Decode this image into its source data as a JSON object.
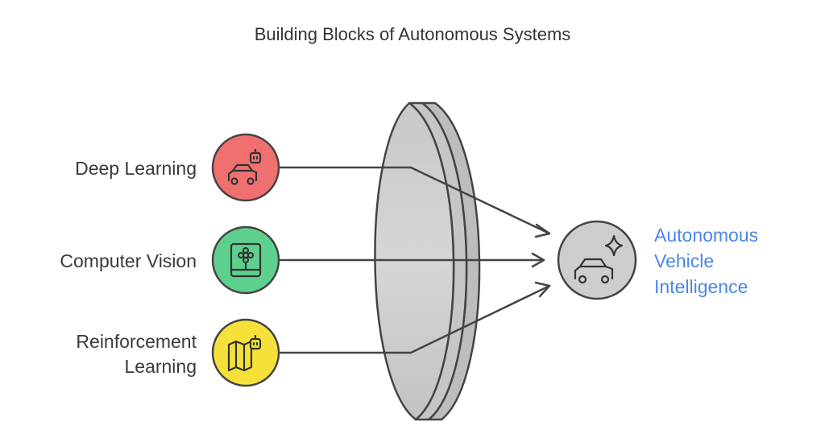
{
  "title": "Building Blocks of Autonomous Systems",
  "inputs": [
    {
      "label": "Deep Learning",
      "icon": "robot-car-icon",
      "color": "#f07070"
    },
    {
      "label": "Computer Vision",
      "icon": "flower-picture-icon",
      "color": "#5ed08e"
    },
    {
      "label_lines": [
        "Reinforcement",
        "Learning"
      ],
      "icon": "map-robot-icon",
      "color": "#f5e13a"
    }
  ],
  "lens": {
    "color": "#cfcfcf"
  },
  "output": {
    "label_lines": [
      "Autonomous",
      "Vehicle",
      "Intelligence"
    ],
    "icon": "car-sparkle-icon",
    "color": "#cdcdcd",
    "label_color": "#4a86e8"
  }
}
